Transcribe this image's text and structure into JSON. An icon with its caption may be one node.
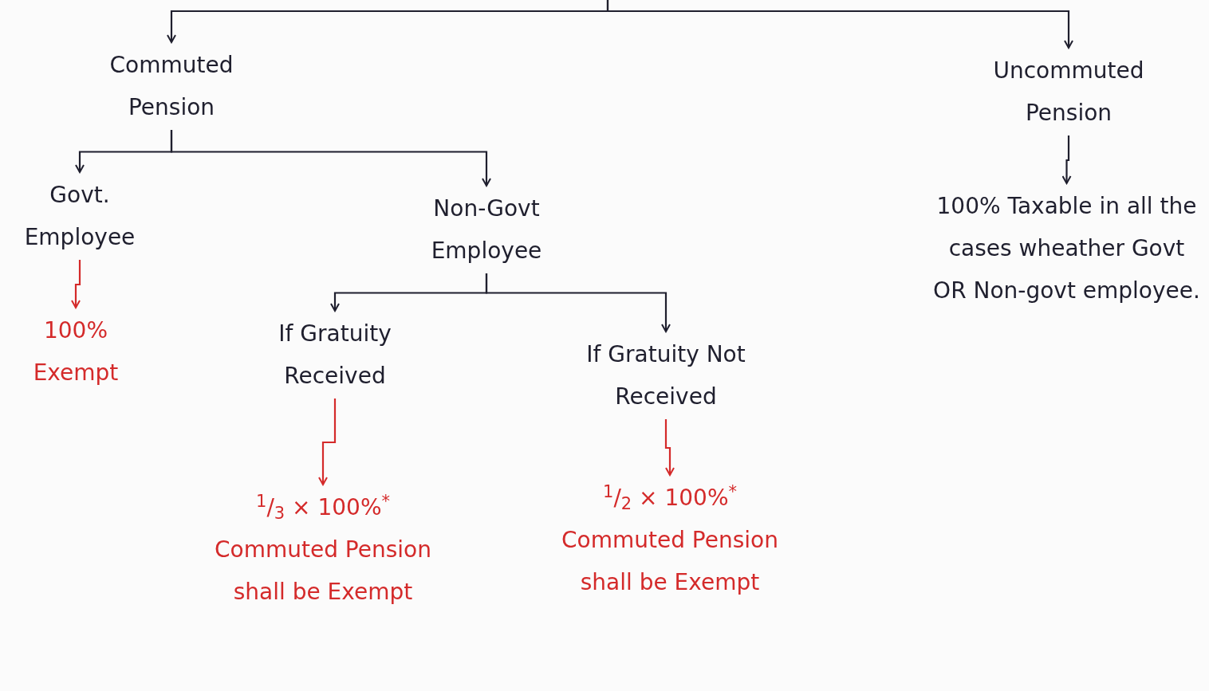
{
  "diagram": {
    "nodes": [
      {
        "text": [
          "Commuted Pension"
        ]
      },
      {
        "text": [
          "Uncommuted Pension"
        ]
      },
      {
        "text": [
          "Govt. Employee"
        ]
      },
      {
        "text": [
          "Non-Govt Employee"
        ]
      },
      {
        "text": [
          "100% Exempt"
        ]
      },
      {
        "text": [
          "If Gratuity Received"
        ]
      },
      {
        "text": [
          "If Gratuity Not Received"
        ]
      },
      {
        "text": [
          "$^{1}$/$_{3}$ × 100%$^{*}$ Commuted Pension shall be Exempt"
        ]
      },
      {
        "text": [
          "$^{1}$/$_{2}$ × 100%$^{*}$ Commuted Pension shall be Exempt"
        ]
      },
      {
        "text": [
          "100% Taxable in all the cases wheather Govt OR Non-govt employee."
        ]
      }
    ],
    "edges": [
      {
        "from": null,
        "to": 0,
        "arrow": "to"
      },
      {
        "from": null,
        "to": 1,
        "arrow": "to"
      },
      {
        "from": 0,
        "to": 2,
        "arrow": "to"
      },
      {
        "from": 0,
        "to": 3,
        "arrow": "to"
      },
      {
        "from": 2,
        "to": 4,
        "arrow": "to",
        "color": "#d42a2a"
      },
      {
        "from": 3,
        "to": 5,
        "arrow": "to"
      },
      {
        "from": 3,
        "to": 6,
        "arrow": "to"
      },
      {
        "from": 5,
        "to": 7,
        "arrow": "to",
        "color": "#d42a2a"
      },
      {
        "from": 6,
        "to": 8,
        "arrow": "to",
        "color": "#d42a2a"
      },
      {
        "from": 1,
        "to": 9,
        "arrow": "to"
      }
    ]
  }
}
